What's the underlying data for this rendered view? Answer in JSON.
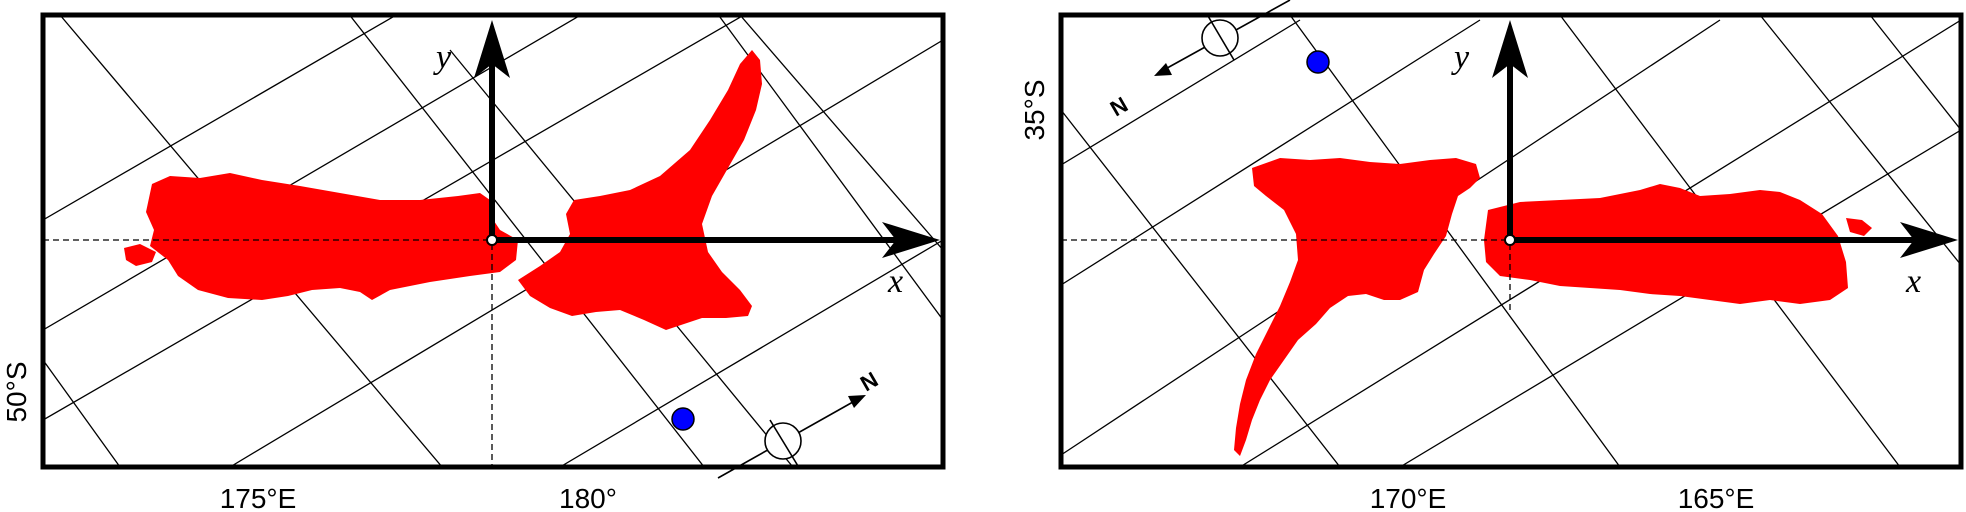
{
  "left_map": {
    "lon_labels": [
      "175°E",
      "180°"
    ],
    "lat_labels": [
      "50°S"
    ],
    "x_axis": "x",
    "y_axis": "y",
    "north_label": "N"
  },
  "right_map": {
    "lon_labels": [
      "170°E",
      "165°E"
    ],
    "lat_labels": [
      "35°S"
    ],
    "x_axis": "x",
    "y_axis": "y",
    "north_label": "N"
  },
  "colors": {
    "land": "#ff0000",
    "marker": "#0000ff",
    "frame": "#000000"
  }
}
